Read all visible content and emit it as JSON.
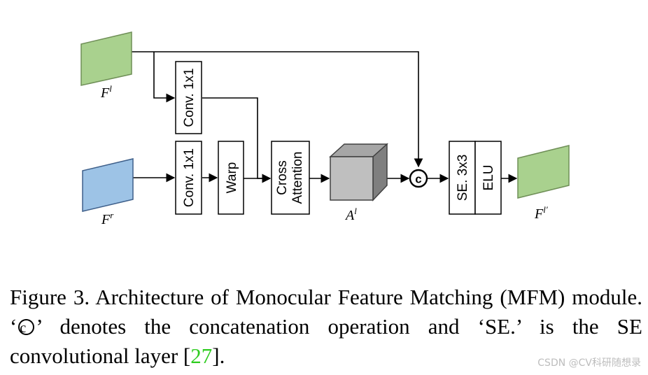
{
  "diagram": {
    "boxes": {
      "conv_top": "Conv. 1x1",
      "conv_bottom": "Conv. 1x1",
      "warp": "Warp",
      "cross_attention_line1": "Cross",
      "cross_attention_line2": "Attention",
      "se": "SE. 3x3",
      "elu": "ELU"
    },
    "labels": {
      "f_l_base": "F",
      "f_l_sup": "l",
      "f_r_base": "F",
      "f_r_sup": "r",
      "a_l_base": "A",
      "a_l_sup": "l",
      "f_out_base": "F",
      "f_out_sup": "l′"
    },
    "concat_symbol": "c",
    "colors": {
      "green": "#a9d18e",
      "blue": "#9dc3e6",
      "cube_front": "#bfbfbf",
      "cube_top": "#a6a6a6",
      "cube_side": "#7f7f7f"
    }
  },
  "caption": {
    "part1": "Figure 3. Architecture of Monocular Feature Matching (MFM) module. ‘",
    "symbol": "c",
    "part2": "’ denotes the concatenation operation and ‘SE.’ is the SE convolutional layer [",
    "ref": "27",
    "part3": "]."
  },
  "watermark": "CSDN @CV科研随想录"
}
